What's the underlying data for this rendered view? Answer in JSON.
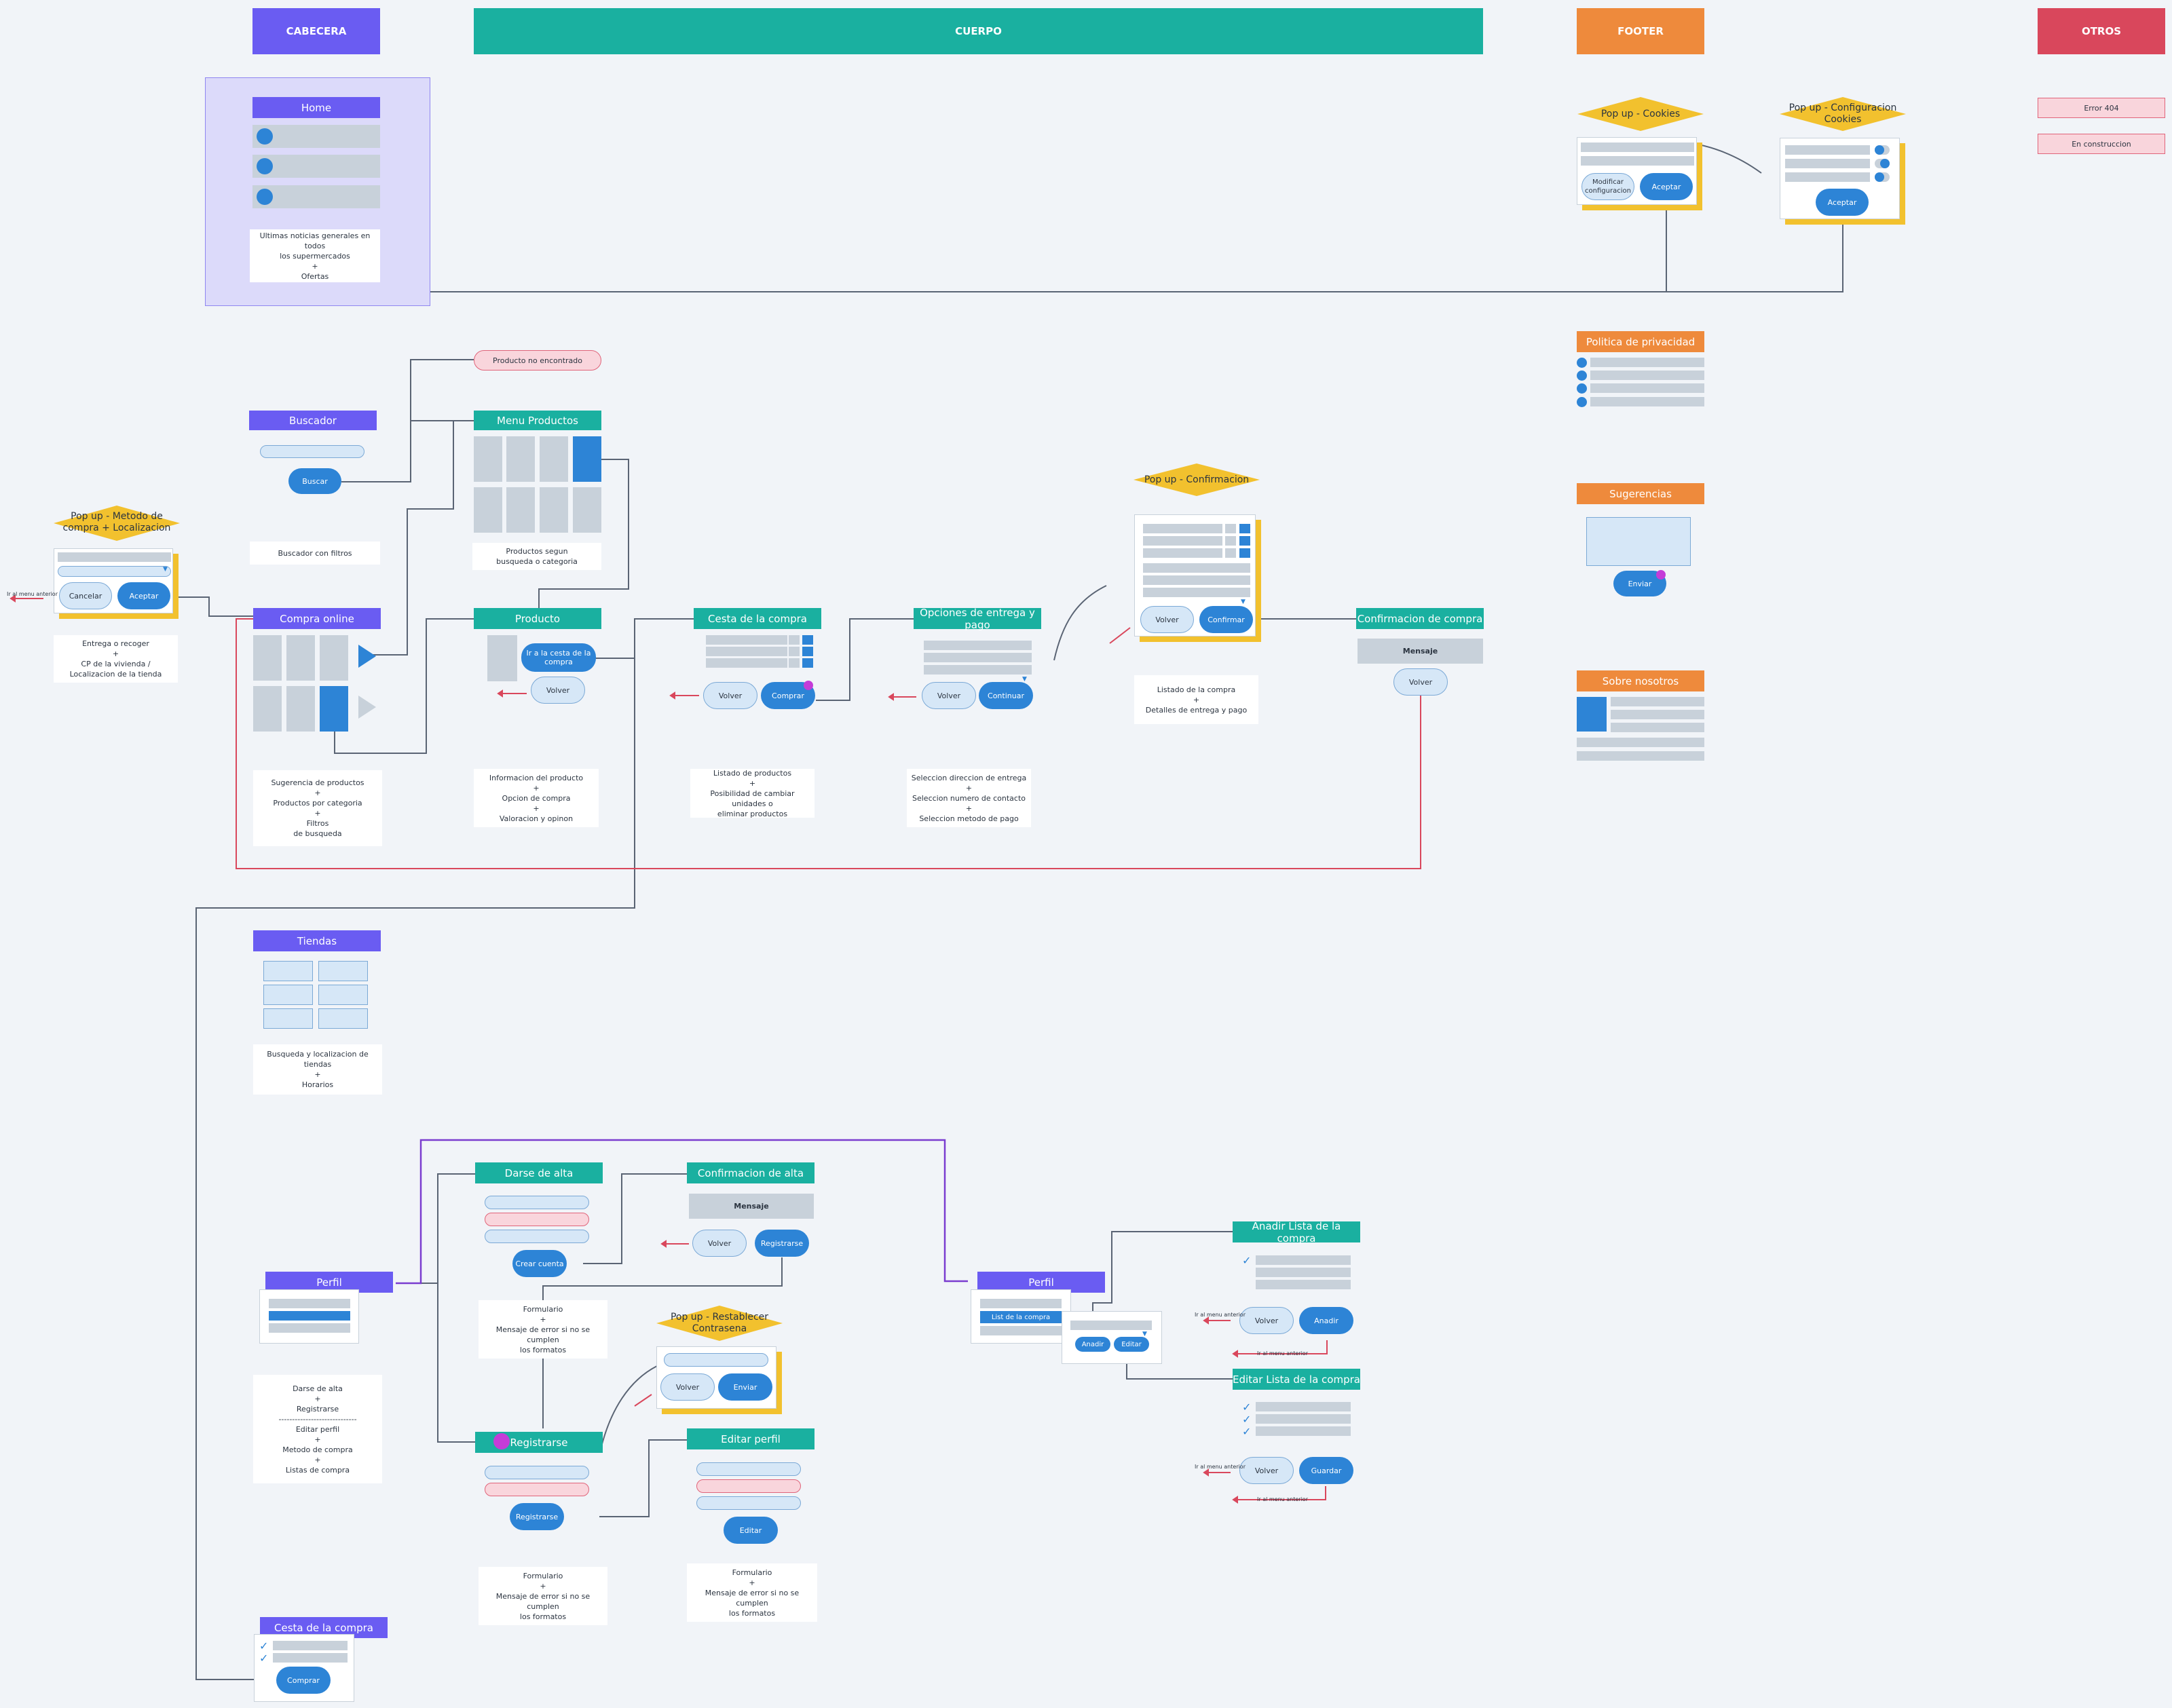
{
  "columns": {
    "cabecera": "CABECERA",
    "cuerpo": "CUERPO",
    "footer": "FOOTER",
    "otros": "OTROS"
  },
  "home": {
    "title": "Home",
    "note": "Ultimas noticias generales en todos\nlos supermercados\n+\nOfertas"
  },
  "cookies": {
    "title": "Pop up - Cookies",
    "modify": "Modificar\nconfiguracion",
    "accept": "Aceptar"
  },
  "cookies_config": {
    "title": "Pop up - Configuracion\nCookies",
    "accept": "Aceptar"
  },
  "otros": {
    "error": "Error 404",
    "construction": "En construccion"
  },
  "footer": {
    "privacy": "Politica de privacidad",
    "suggestions": "Sugerencias",
    "send": "Enviar",
    "about": "Sobre nosotros"
  },
  "not_found": "Producto no encontrado",
  "buscador": {
    "title": "Buscador",
    "button": "Buscar",
    "note": "Buscador con filtros"
  },
  "menu_productos": {
    "title": "Menu Productos",
    "note": "Productos segun\nbusqueda o categoria"
  },
  "popup_metodo": {
    "title": "Pop up - Metodo de compra\n+ Localizacion",
    "cancel": "Cancelar",
    "accept": "Aceptar",
    "back_label": "Ir al menu anterior",
    "note": "Entrega o recoger\n+\nCP de la vivienda /\nLocalizacion de la tienda"
  },
  "compra_online": {
    "title": "Compra online",
    "note": "Sugerencia de productos\n+\nProductos por categoria\n+\nFiltros\nde busqueda"
  },
  "producto": {
    "title": "Producto",
    "cart_btn": "Ir a la cesta de la\ncompra",
    "back": "Volver",
    "note": "Informacion del producto\n+\nOpcion de compra\n+\nValoracion y opinon"
  },
  "cesta": {
    "title": "Cesta de la compra",
    "back": "Volver",
    "buy": "Comprar",
    "note": "Listado de productos\n+\nPosibilidad de cambiar unidades o\neliminar productos"
  },
  "opciones": {
    "title": "Opciones de entrega y pago",
    "back": "Volver",
    "continue": "Continuar",
    "note": "Seleccion direccion de entrega\n+\nSeleccion numero de contacto\n+\nSeleccion metodo de pago"
  },
  "popup_confirm": {
    "title": "Pop up - Confirmacion",
    "back": "Volver",
    "confirm": "Confirmar",
    "note": "Listado de la compra\n+\nDetalles de entrega y pago"
  },
  "confirm_compra": {
    "title": "Confirmacion de compra",
    "message": "Mensaje",
    "back": "Volver"
  },
  "tiendas": {
    "title": "Tiendas",
    "note": "Busqueda y localizacion de tiendas\n+\nHorarios"
  },
  "darse_alta": {
    "title": "Darse de alta",
    "button": "Crear cuenta",
    "note": "Formulario\n+\nMensaje de error si no se cumplen\nlos formatos"
  },
  "confirm_alta": {
    "title": "Confirmacion de alta",
    "message": "Mensaje",
    "back": "Volver",
    "register": "Registrarse"
  },
  "perfil_left": {
    "title": "Perfil",
    "note": "Darse de alta\n+\nRegistrarse\n-----------------------------\nEditar perfil\n+\nMetodo de compra\n+\nListas de compra"
  },
  "popup_restablecer": {
    "title": "Pop up - Restablecer\nContrasena",
    "back": "Volver",
    "send": "Enviar"
  },
  "registrarse": {
    "title": "Registrarse",
    "button": "Registrarse",
    "note": "Formulario\n+\nMensaje de error si no se cumplen\nlos formatos"
  },
  "editar_perfil": {
    "title": "Editar perfil",
    "button": "Editar",
    "note": "Formulario\n+\nMensaje de error si no se cumplen\nlos formatos"
  },
  "cesta_bottom": {
    "title": "Cesta de la compra",
    "buy": "Comprar"
  },
  "perfil_right": {
    "title": "Perfil",
    "list": "List de la compra",
    "add": "Anadir",
    "edit": "Editar"
  },
  "anadir_lista": {
    "title": "Anadir Lista de la compra",
    "back": "Volver",
    "add": "Anadir",
    "back_label": "Ir al menu anterior"
  },
  "editar_lista": {
    "title": "Editar Lista de la compra",
    "back": "Volver",
    "save": "Guardar",
    "back_label": "Ir al menu anterior"
  },
  "colors": {
    "purple": "#6a5cf2",
    "teal": "#1ab0a0",
    "orange": "#ee8a3c",
    "red": "#d9475c",
    "yellow": "#f2c12e",
    "blue": "#2d84d6"
  }
}
